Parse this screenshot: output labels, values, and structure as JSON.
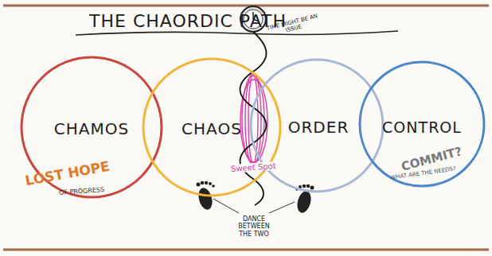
{
  "diagram": {
    "title": "THE CHAORDIC PATH",
    "nodes": [
      {
        "text": [
          "CHAMOS",
          "LOST HOPE",
          "OF PROGRESS"
        ]
      },
      {
        "text": [
          "CHAOS"
        ]
      },
      {
        "text": [
          "ORDER"
        ]
      },
      {
        "text": [
          "CONTROL",
          "COMMIT?",
          "WHAT ARE THE NEEDS?"
        ]
      }
    ],
    "labels": [
      "TIME MIGHT BE AN ISSUE",
      "Sweet Spot",
      "DANCE BETWEEN THE TWO"
    ]
  }
}
